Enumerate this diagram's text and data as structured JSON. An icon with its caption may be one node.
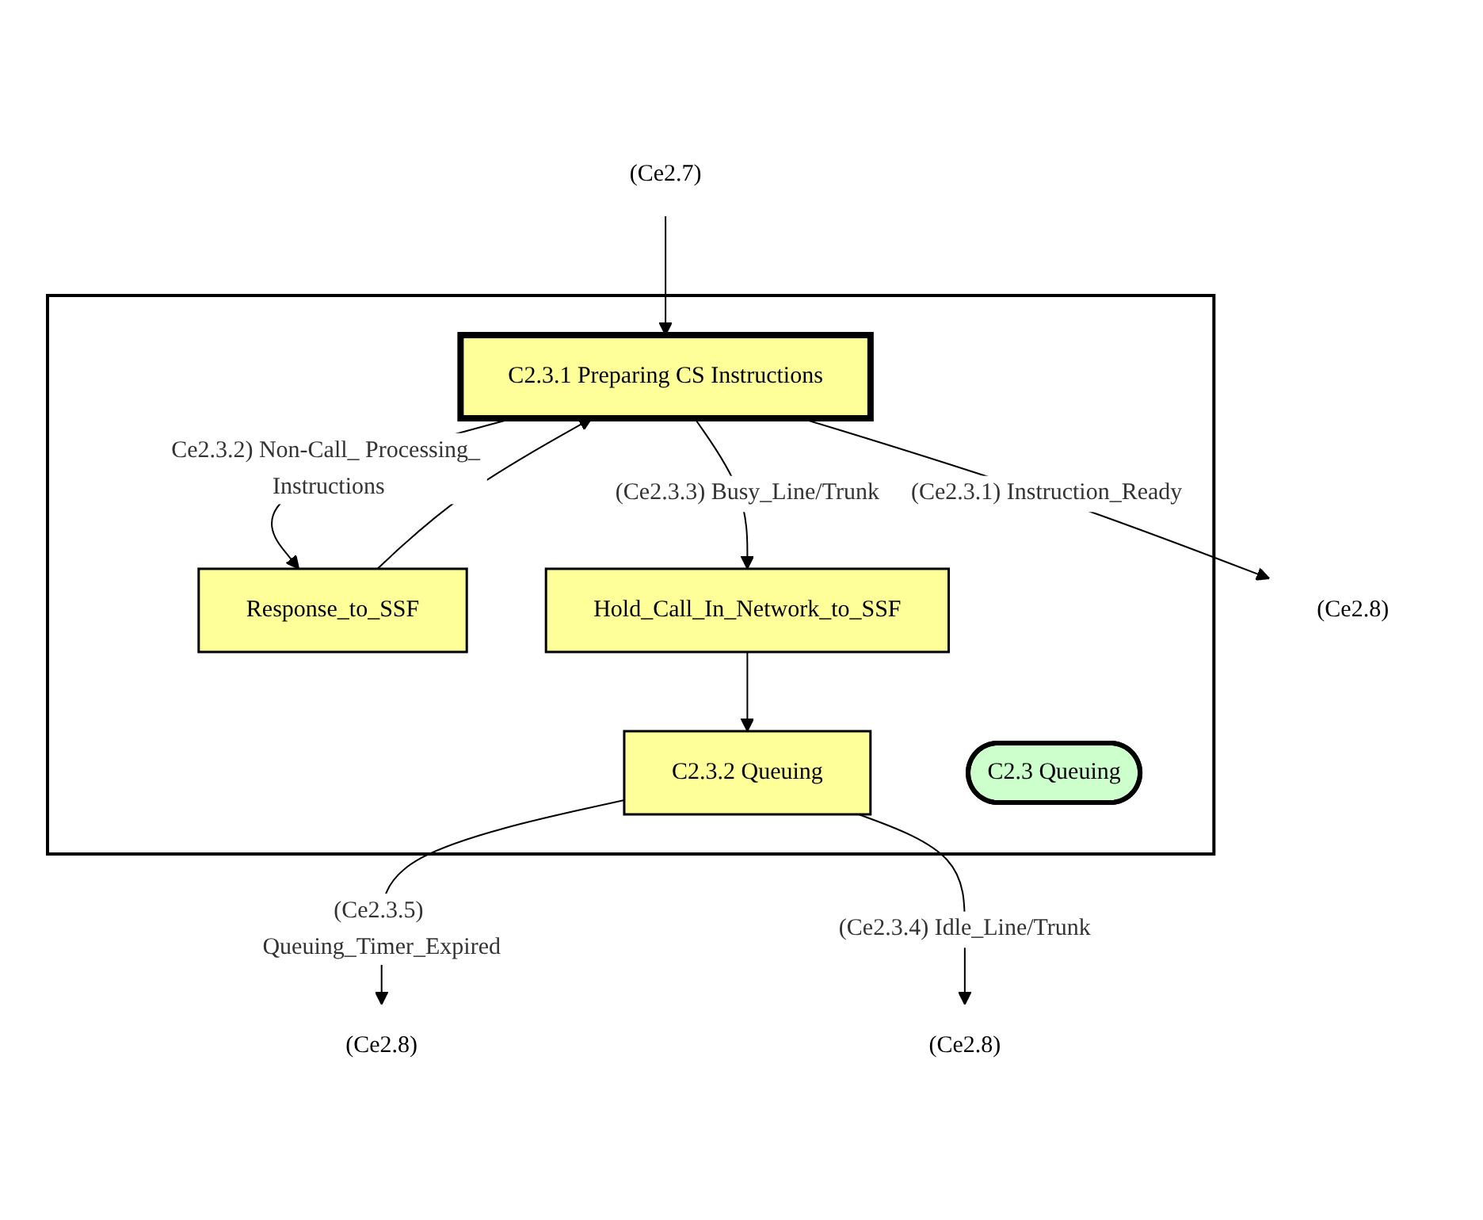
{
  "diagram": {
    "nodes": [
      {
        "text": [],
        "shape": "box"
      },
      {
        "text": [
          "(Ce2.7)"
        ]
      },
      {
        "text": [
          "C2.3.1 Preparing CS Instructions"
        ],
        "in": 0
      },
      {
        "text": [
          "Response_to_SSF"
        ],
        "in": 0
      },
      {
        "text": [
          "(Ce2.8)"
        ]
      },
      {
        "text": [
          "Hold_Call_In_Network_to_SSF"
        ],
        "in": 0
      },
      {
        "text": [
          "C2.3.2 Queuing"
        ],
        "in": 0
      },
      {
        "text": [
          "(Ce2.8)"
        ]
      },
      {
        "text": [
          "C2.3 Queuing"
        ],
        "in": 0
      },
      {
        "text": [
          "(Ce2.8)"
        ]
      }
    ],
    "edges": [
      {
        "from": 1,
        "to": 2,
        "arrow": "to"
      },
      {
        "from": 2,
        "to": 3,
        "arrow": "to",
        "label": "Ce2.3.2) Non-Call_ Processing_ Instructions"
      },
      {
        "from": 3,
        "to": 2,
        "arrow": "to"
      },
      {
        "from": 2,
        "to": 4,
        "arrow": "to",
        "label": "(Ce2.3.1) Instruction_Ready"
      },
      {
        "from": 2,
        "to": 5,
        "arrow": "to",
        "label": "(Ce2.3.3) Busy_Line/Trunk"
      },
      {
        "from": 5,
        "to": 6,
        "arrow": "to"
      },
      {
        "from": 6,
        "to": 7,
        "arrow": "to",
        "label": "(Ce2.3.5) Queuing_Timer_Expired"
      },
      {
        "from": 6,
        "to": 9,
        "arrow": "to",
        "label": "(Ce2.3.4) Idle_Line/Trunk"
      }
    ]
  }
}
